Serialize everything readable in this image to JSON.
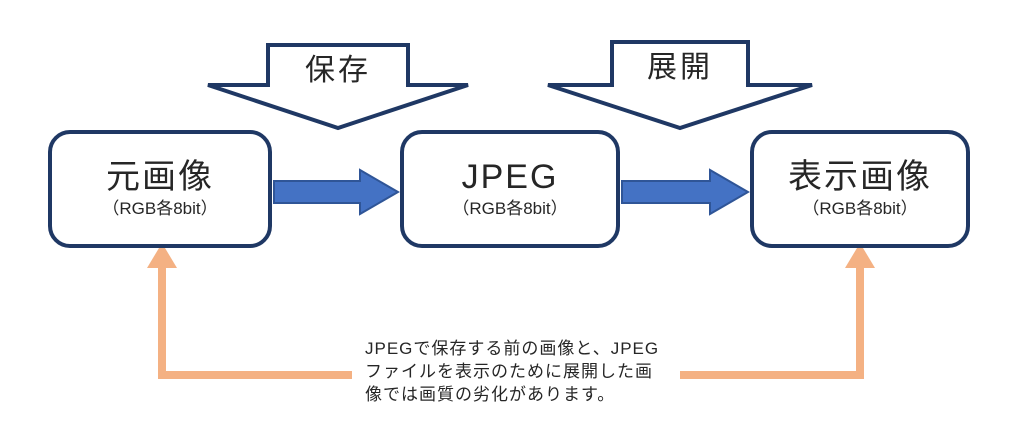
{
  "diagram": {
    "boxes": [
      {
        "title": "元画像",
        "subtitle": "（RGB各8bit）"
      },
      {
        "title": "JPEG",
        "subtitle": "（RGB各8bit）"
      },
      {
        "title": "表示画像",
        "subtitle": "（RGB各8bit）"
      }
    ],
    "down_arrows": [
      {
        "label": "保存"
      },
      {
        "label": "展開"
      }
    ],
    "note": {
      "line1": "JPEGで保存する前の画像と、JPEG",
      "line2": "ファイルを表示のために展開した画",
      "line3": "像では画質の劣化があります。"
    },
    "colors": {
      "navy": "#1f3864",
      "blue_fill": "#4472c4",
      "blue_border": "#2f5597",
      "orange": "#f4b183"
    }
  }
}
